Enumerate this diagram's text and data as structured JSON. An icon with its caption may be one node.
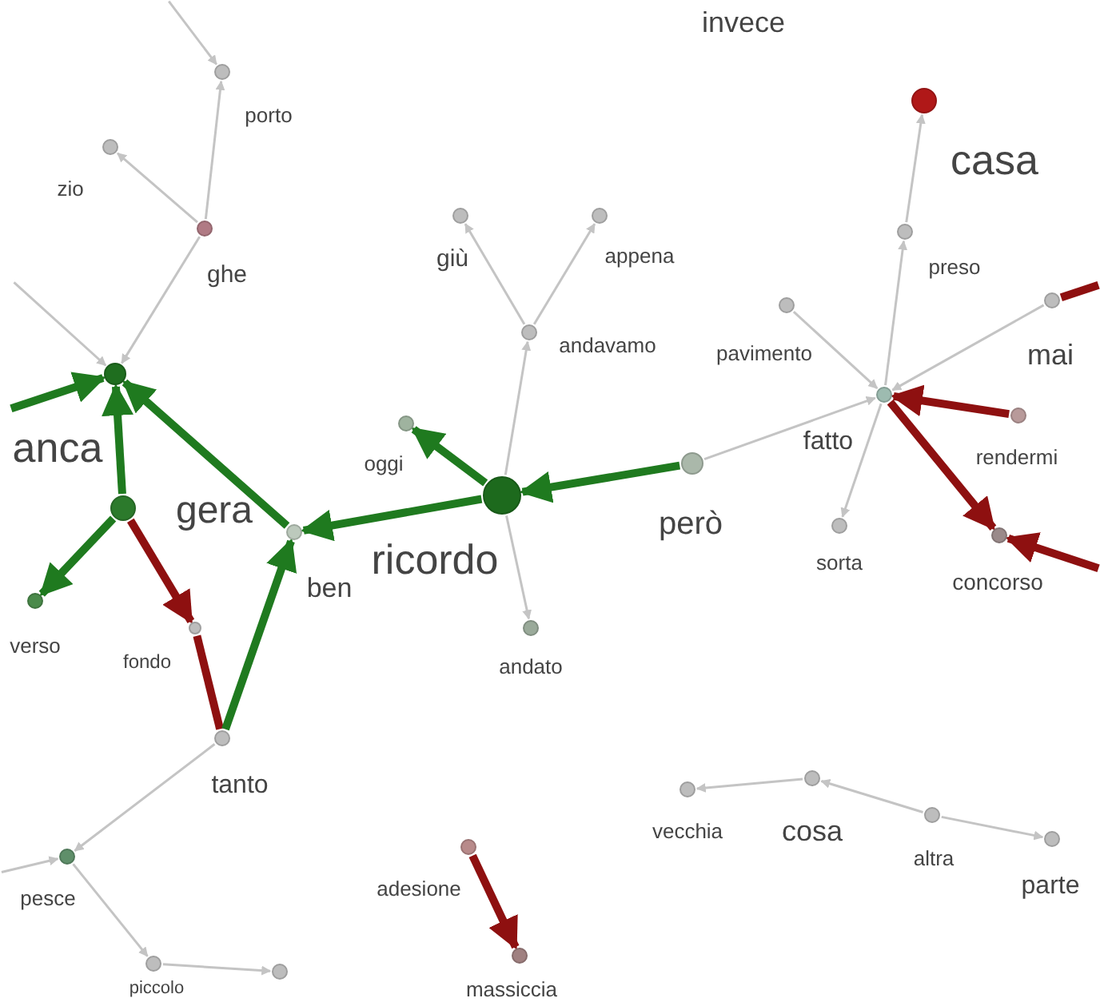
{
  "diagram": {
    "nodes": [
      {
        "text": [],
        "shape": "circle",
        "beside": [
          "porto"
        ]
      },
      {
        "text": [],
        "shape": "circle",
        "beside": [
          "zio"
        ]
      },
      {
        "text": [],
        "shape": "circle",
        "beside": [
          "ghe"
        ]
      },
      {
        "text": [],
        "shape": "circle",
        "beside": [
          "anca"
        ]
      },
      {
        "text": [],
        "shape": "circle",
        "beside": [
          "gera"
        ]
      },
      {
        "text": [],
        "shape": "circle",
        "beside": [
          "verso"
        ]
      },
      {
        "text": [],
        "shape": "circle",
        "beside": [
          "ben"
        ]
      },
      {
        "text": [],
        "shape": "circle",
        "beside": [
          "fondo"
        ]
      },
      {
        "text": [],
        "shape": "circle",
        "beside": [
          "tanto"
        ]
      },
      {
        "text": [],
        "shape": "circle",
        "beside": [
          "pesce"
        ]
      },
      {
        "text": [],
        "shape": "circle",
        "beside": [
          "piccolo"
        ]
      },
      {
        "text": [],
        "shape": "circle"
      },
      {
        "text": [],
        "shape": "circle",
        "beside": [
          "giù"
        ]
      },
      {
        "text": [],
        "shape": "circle",
        "beside": [
          "appena"
        ]
      },
      {
        "text": [],
        "shape": "circle",
        "beside": [
          "andavamo"
        ]
      },
      {
        "text": [],
        "shape": "circle",
        "beside": [
          "oggi"
        ]
      },
      {
        "text": [],
        "shape": "circle",
        "beside": [
          "ricordo"
        ]
      },
      {
        "text": [],
        "shape": "circle",
        "beside": [
          "andato"
        ]
      },
      {
        "text": [],
        "shape": "circle",
        "beside": [
          "però"
        ]
      },
      {
        "text": [],
        "shape": "circle",
        "beside": [
          "casa"
        ]
      },
      {
        "text": [],
        "shape": "circle",
        "beside": [
          "preso"
        ]
      },
      {
        "text": [],
        "shape": "circle",
        "beside": [
          "pavimento"
        ]
      },
      {
        "text": [],
        "shape": "circle",
        "beside": [
          "mai"
        ]
      },
      {
        "text": [],
        "shape": "circle",
        "beside": [
          "fatto"
        ]
      },
      {
        "text": [],
        "shape": "circle",
        "beside": [
          "rendermi"
        ]
      },
      {
        "text": [],
        "shape": "circle",
        "beside": [
          "sorta"
        ]
      },
      {
        "text": [],
        "shape": "circle",
        "beside": [
          "concorso"
        ]
      },
      {
        "text": [],
        "shape": "circle",
        "beside": [
          "vecchia"
        ]
      },
      {
        "text": [],
        "shape": "circle",
        "beside": [
          "cosa"
        ]
      },
      {
        "text": [],
        "shape": "circle",
        "beside": [
          "altra"
        ]
      },
      {
        "text": [],
        "shape": "circle",
        "beside": [
          "parte"
        ]
      },
      {
        "text": [],
        "shape": "circle",
        "beside": [
          "adesione"
        ]
      },
      {
        "text": [],
        "shape": "circle",
        "beside": [
          "massiccia"
        ]
      }
    ],
    "edges": [
      {
        "from": null,
        "to": 0,
        "arrow": "to"
      },
      {
        "from": 2,
        "to": 0,
        "arrow": "to"
      },
      {
        "from": 2,
        "to": 1,
        "arrow": "to"
      },
      {
        "from": 2,
        "to": 3,
        "arrow": "to"
      },
      {
        "from": null,
        "to": 3,
        "arrow": "to"
      },
      {
        "from": null,
        "to": 3,
        "arrow": "to",
        "style": "thick",
        "color": "#1f7a1f"
      },
      {
        "from": 4,
        "to": 3,
        "arrow": "to",
        "style": "thick",
        "color": "#1f7a1f"
      },
      {
        "from": 6,
        "to": 3,
        "arrow": "to",
        "style": "thick",
        "color": "#1f7a1f"
      },
      {
        "from": 4,
        "to": 5,
        "arrow": "to",
        "style": "thick",
        "color": "#1f7a1f"
      },
      {
        "from": 4,
        "to": 7,
        "arrow": "to",
        "style": "thick",
        "color": "#8e1010"
      },
      {
        "from": 7,
        "to": 8,
        "arrow": "none",
        "style": "thick",
        "color": "#8e1010"
      },
      {
        "from": 8,
        "to": 6,
        "arrow": "to",
        "style": "thick",
        "color": "#1f7a1f"
      },
      {
        "from": 16,
        "to": 6,
        "arrow": "to",
        "style": "thick",
        "color": "#1f7a1f"
      },
      {
        "from": 16,
        "to": 15,
        "arrow": "to",
        "style": "thick",
        "color": "#1f7a1f"
      },
      {
        "from": 18,
        "to": 16,
        "arrow": "to",
        "style": "thick",
        "color": "#1f7a1f"
      },
      {
        "from": 16,
        "to": 14,
        "arrow": "to"
      },
      {
        "from": 14,
        "to": 12,
        "arrow": "to"
      },
      {
        "from": 14,
        "to": 13,
        "arrow": "to"
      },
      {
        "from": 16,
        "to": 17,
        "arrow": "to"
      },
      {
        "from": 18,
        "to": 23,
        "arrow": "to"
      },
      {
        "from": 23,
        "to": 20,
        "arrow": "to"
      },
      {
        "from": 20,
        "to": 19,
        "arrow": "to"
      },
      {
        "from": 21,
        "to": 23,
        "arrow": "to"
      },
      {
        "from": 22,
        "to": 23,
        "arrow": "to"
      },
      {
        "from": null,
        "to": 22,
        "arrow": "none",
        "style": "thick",
        "color": "#8e1010"
      },
      {
        "from": 24,
        "to": 23,
        "arrow": "to",
        "style": "thick",
        "color": "#8e1010"
      },
      {
        "from": 23,
        "to": 26,
        "arrow": "to",
        "style": "thick",
        "color": "#8e1010"
      },
      {
        "from": null,
        "to": 26,
        "arrow": "to",
        "style": "thick",
        "color": "#8e1010"
      },
      {
        "from": 23,
        "to": 25,
        "arrow": "to"
      },
      {
        "from": 8,
        "to": 9,
        "arrow": "to"
      },
      {
        "from": null,
        "to": 9,
        "arrow": "to"
      },
      {
        "from": 9,
        "to": 10,
        "arrow": "to"
      },
      {
        "from": 10,
        "to": 11,
        "arrow": "to"
      },
      {
        "from": 31,
        "to": 32,
        "arrow": "to",
        "style": "thick",
        "color": "#8e1010"
      },
      {
        "from": 28,
        "to": 27,
        "arrow": "to"
      },
      {
        "from": 29,
        "to": 28,
        "arrow": "to"
      },
      {
        "from": 29,
        "to": 30,
        "arrow": "to"
      }
    ],
    "labels": [
      "invece"
    ]
  }
}
